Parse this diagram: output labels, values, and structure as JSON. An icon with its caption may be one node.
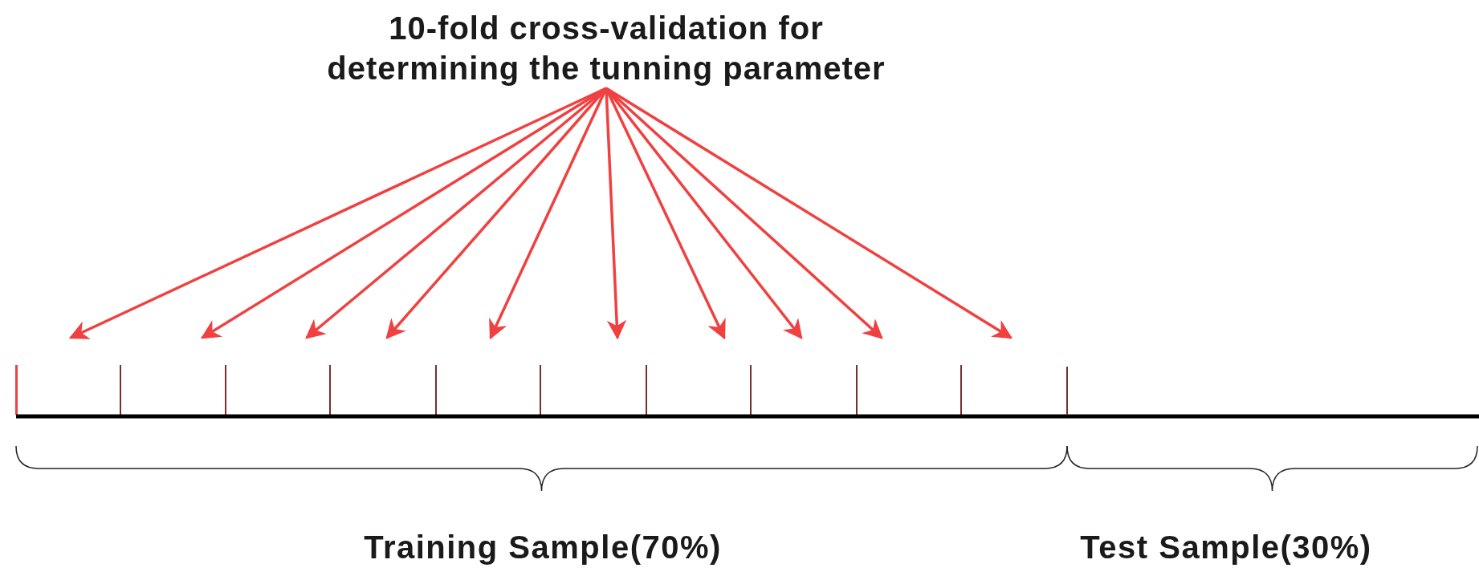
{
  "diagram": {
    "nodes": [
      {
        "text": [
          "10-fold cross-validation for determining the tunning parameter"
        ]
      },
      {
        "text": [],
        "shape": "bar"
      },
      {
        "text": [],
        "shape": "bar"
      },
      {
        "text": [],
        "shape": "bar"
      },
      {
        "text": [],
        "shape": "bar"
      },
      {
        "text": [],
        "shape": "bar"
      },
      {
        "text": [],
        "shape": "bar"
      },
      {
        "text": [],
        "shape": "bar"
      },
      {
        "text": [],
        "shape": "bar"
      },
      {
        "text": [],
        "shape": "bar"
      },
      {
        "text": [],
        "shape": "bar"
      }
    ],
    "edges": [
      {
        "from": 0,
        "to": 1,
        "arrow": "to"
      },
      {
        "from": 0,
        "to": 2,
        "arrow": "to"
      },
      {
        "from": 0,
        "to": 3,
        "arrow": "to"
      },
      {
        "from": 0,
        "to": 4,
        "arrow": "to"
      },
      {
        "from": 0,
        "to": 5,
        "arrow": "to"
      },
      {
        "from": 0,
        "to": 6,
        "arrow": "to"
      },
      {
        "from": 0,
        "to": 7,
        "arrow": "to"
      },
      {
        "from": 0,
        "to": 8,
        "arrow": "to"
      },
      {
        "from": 0,
        "to": 9,
        "arrow": "to"
      },
      {
        "from": 0,
        "to": 10,
        "arrow": "to"
      }
    ],
    "labels": [
      "Training Sample(70%)",
      "Test Sample(30%)"
    ]
  }
}
